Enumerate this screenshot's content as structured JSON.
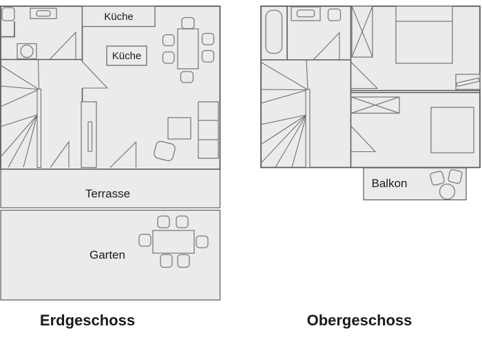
{
  "colors": {
    "background": "#ffffff",
    "floor_fill": "#ebebeb",
    "wall": "#5a5a5a",
    "furniture_outline": "#7a7a7a",
    "text": "#1a1a1a"
  },
  "ground_floor": {
    "title": "Erdgeschoss",
    "labels": {
      "kitchen_upper": "Küche",
      "kitchen_lower": "Küche",
      "terrace": "Terrasse",
      "garden": "Garten"
    }
  },
  "upper_floor": {
    "title": "Obergeschoss",
    "labels": {
      "balcony": "Balkon"
    }
  }
}
